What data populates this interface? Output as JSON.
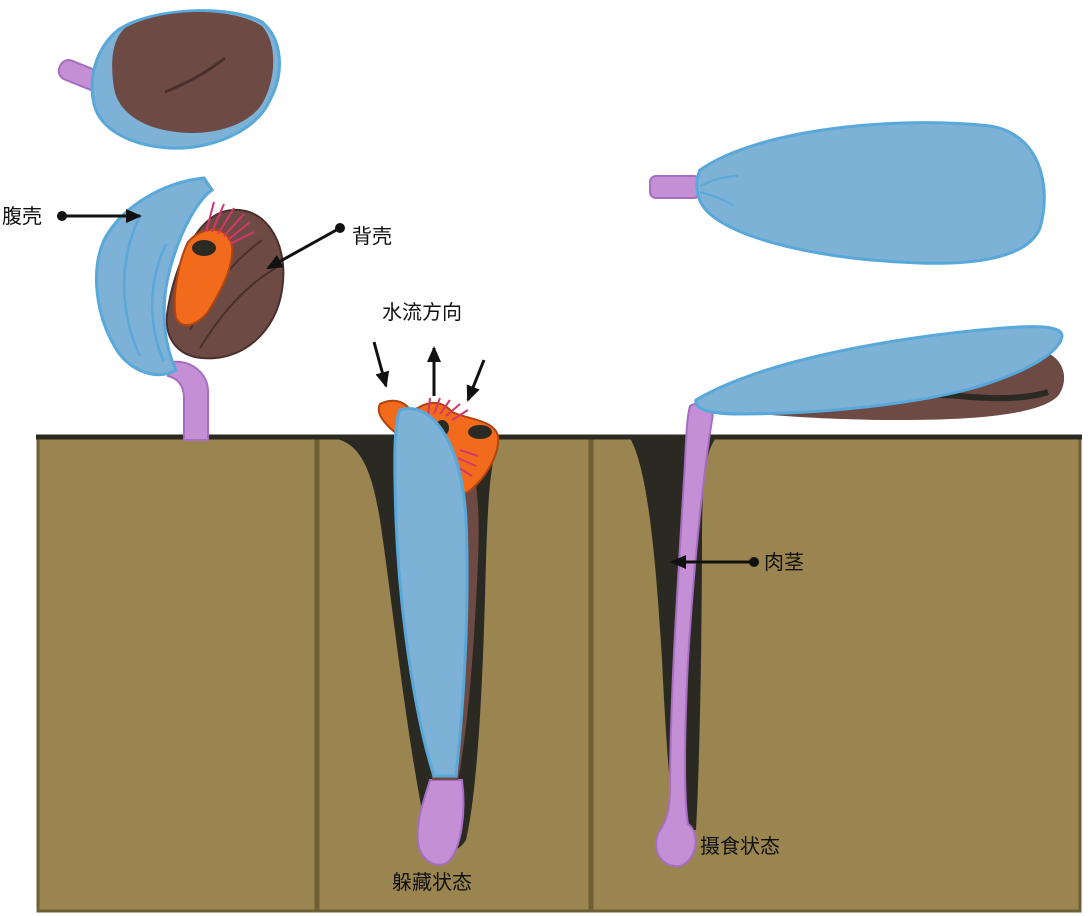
{
  "labels": {
    "ventral_valve": "腹壳",
    "dorsal_valve": "背壳",
    "water_flow": "水流方向",
    "pedicle": "肉茎",
    "hiding_state": "躲藏状态",
    "feeding_state": "摄食状态"
  },
  "colors": {
    "sediment": "#9a8550",
    "sediment_edge": "#6f5f35",
    "burrow": "#2b2a22",
    "ventral_shell": "#7eb1d6",
    "shell_outline": "#59a8da",
    "dorsal_shell": "#6e4a44",
    "pedicle": "#c58fd6",
    "lophophore": "#f26a1b",
    "setae": "#d4376a",
    "arrow": "#111111"
  }
}
